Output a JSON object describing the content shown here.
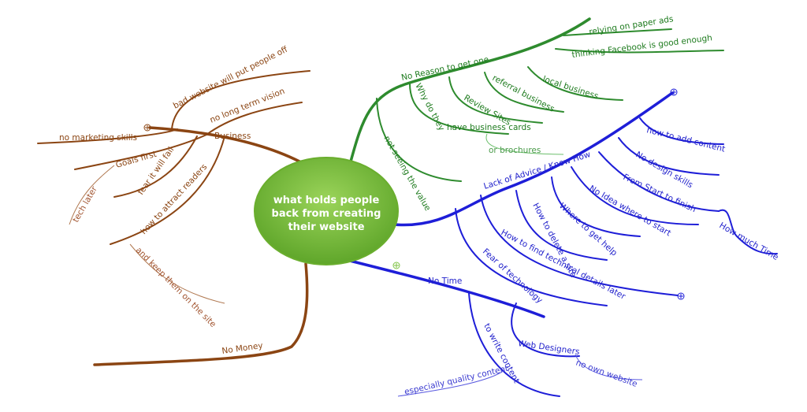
{
  "center": {
    "line1": "what holds people",
    "line2": "back from creating",
    "line3": "their website"
  },
  "branches": {
    "business": {
      "label": "Business",
      "no_marketing": "no marketing skills",
      "bad_website": "bad website will put people off",
      "no_long_term": "no long term vision",
      "goals_first": "Goals first",
      "tech_later": "tech later",
      "fear_fail": "fear it will fail",
      "attract_readers": "how to attract readers",
      "keep_them": "and keep them on the site"
    },
    "no_money": {
      "label": "No Money"
    },
    "no_reason": {
      "label": "No Reason to get one",
      "paper_ads": "relying on paper ads",
      "facebook": "thinking Facebook is good enough",
      "local_business": "local business",
      "referral_business": "referral business",
      "review_sites": "Review Sites",
      "why_cards": "Why do they have business cards",
      "brochures": "or brochures",
      "not_seeing": "not seeing the value"
    },
    "lack_advice": {
      "label": "Lack of Advice / Know How",
      "add_content": "how to add content",
      "no_design": "No design skills",
      "start_finish": "From Start to finish",
      "how_much_time": "How much Time",
      "idea_start": "No Idea where to start",
      "get_help": "Where to get help",
      "delete_site": "How to delete a site",
      "tech_details": "How to find technical details later",
      "fear_tech": "Fear of technology"
    },
    "no_time": {
      "label": "No Time",
      "write_content": "to write content",
      "quality_content": "especially quality content",
      "web_designers": "Web Designers",
      "no_own_website": "no own website"
    }
  },
  "colors": {
    "center_fill": "#7DC242",
    "brown": "#8B4513",
    "green": "#2E8B2E",
    "blue": "#1E1ED8"
  },
  "icons": [
    "expand-plus-icon"
  ]
}
